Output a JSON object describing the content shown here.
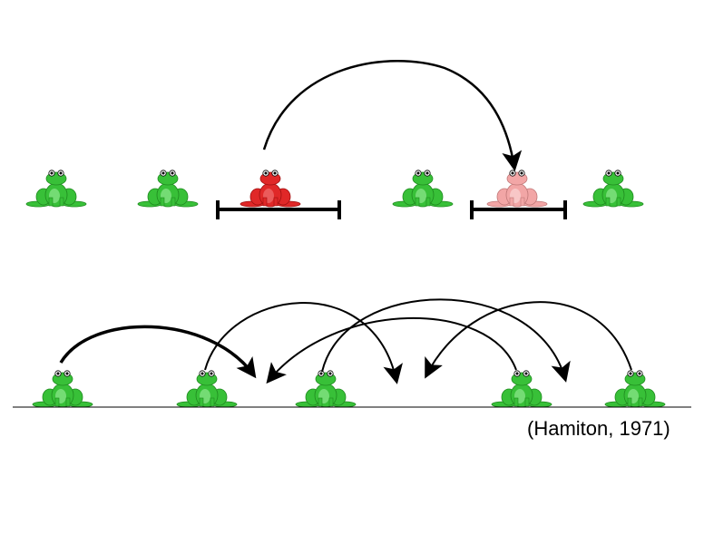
{
  "colors": {
    "frog_green": "#38c038",
    "frog_green_light": "#8fe88f",
    "frog_red": "#e02828",
    "frog_pink": "#f2a6a6",
    "line": "#000000"
  },
  "top_row": {
    "frogs": [
      {
        "variant": "green"
      },
      {
        "variant": "green"
      },
      {
        "variant": "red"
      },
      {
        "variant": "green"
      },
      {
        "variant": "pink"
      },
      {
        "variant": "green"
      }
    ]
  },
  "bottom_row": {
    "frogs": [
      {
        "variant": "green"
      },
      {
        "variant": "green"
      },
      {
        "variant": "green"
      },
      {
        "variant": "green"
      },
      {
        "variant": "green"
      }
    ]
  },
  "citation": "(Hamiton, 1971)"
}
